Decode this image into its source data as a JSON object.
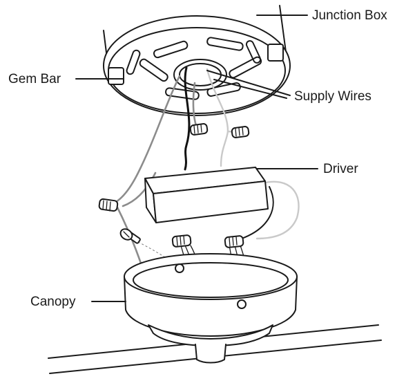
{
  "labels": {
    "junction_box": "Junction Box",
    "gem_bar": "Gem Bar",
    "supply_wires": "Supply Wires",
    "driver": "Driver",
    "canopy": "Canopy"
  }
}
